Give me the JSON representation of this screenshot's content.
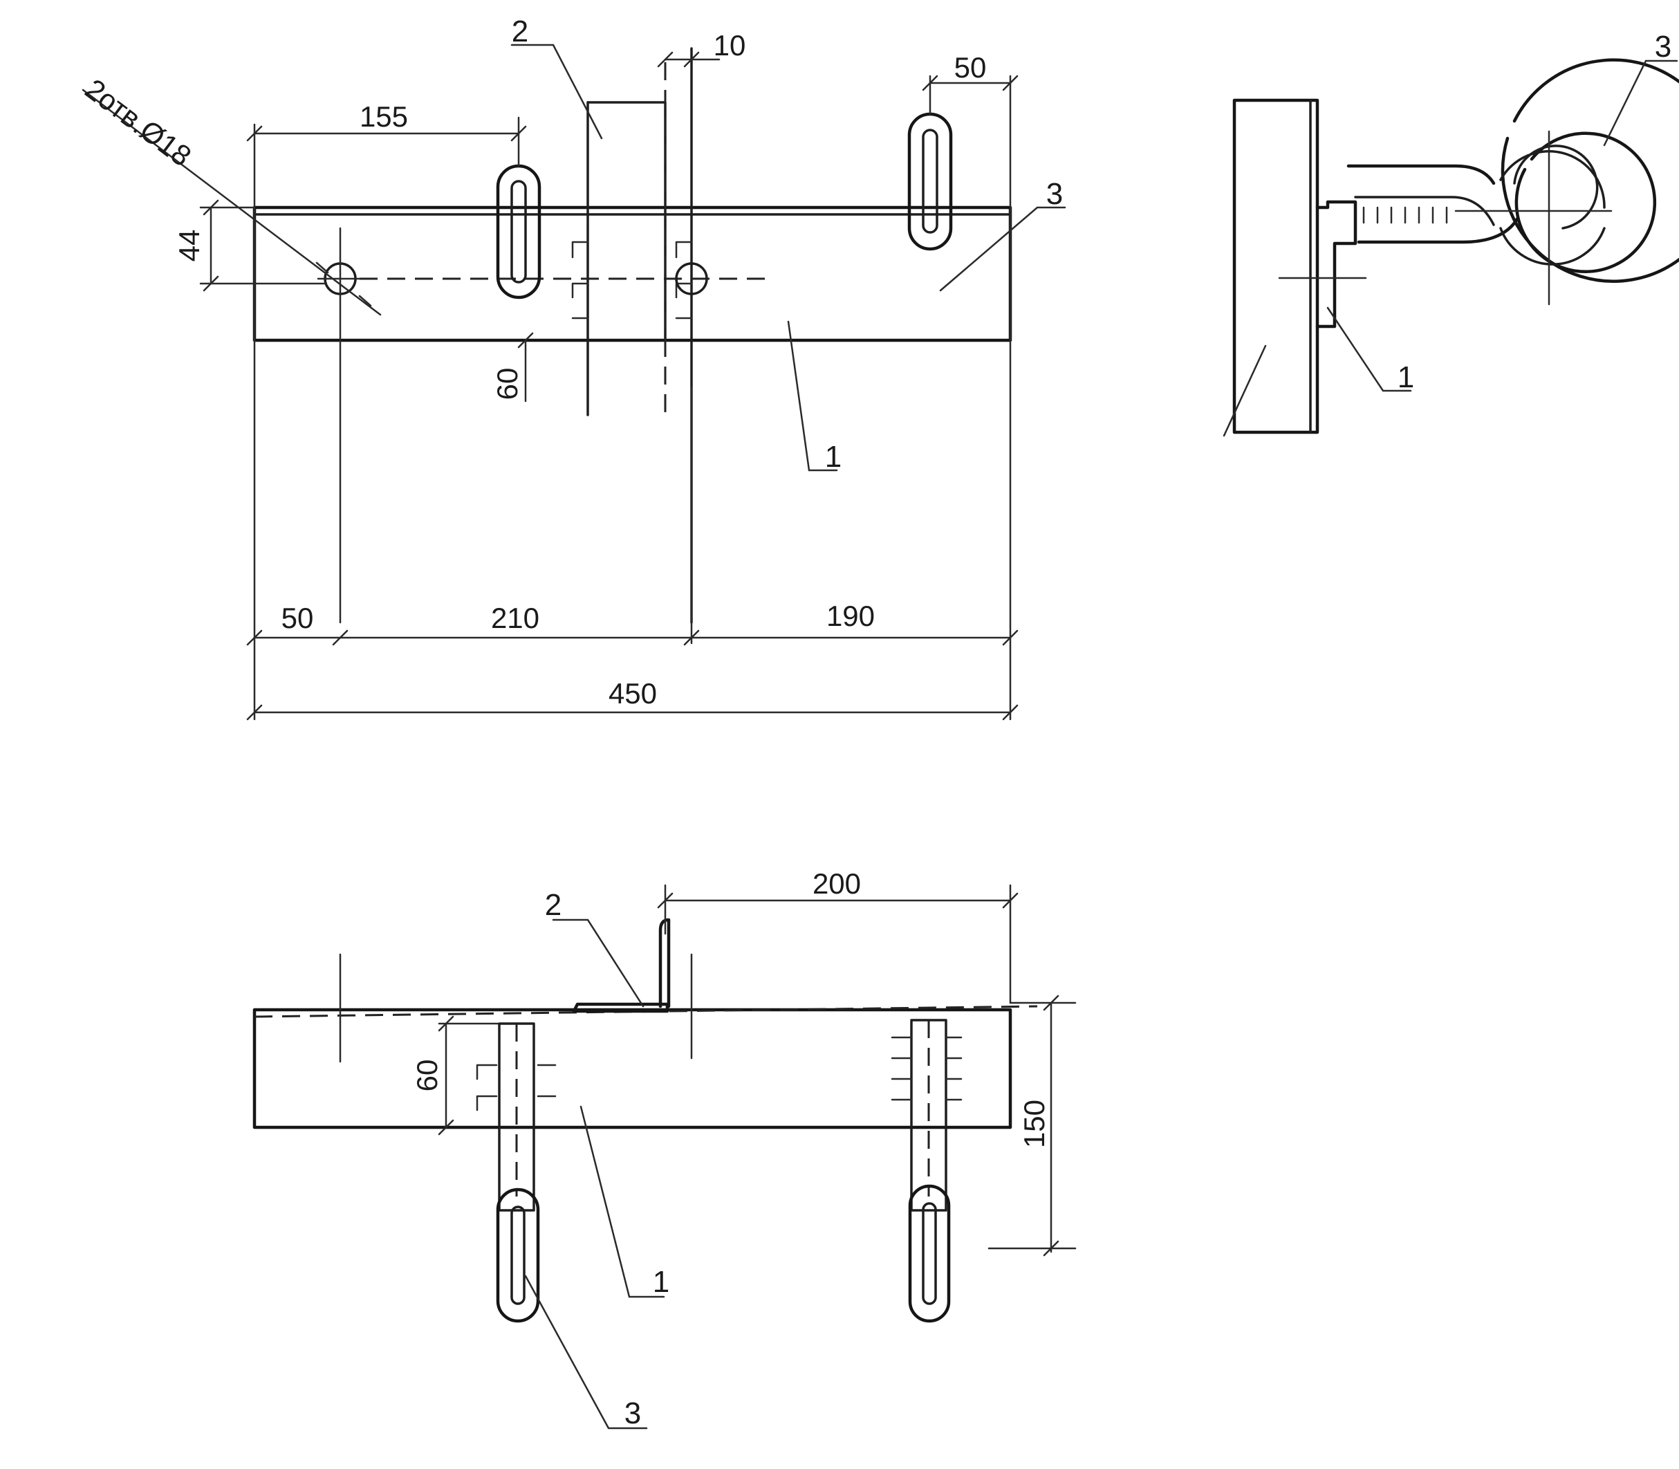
{
  "dimensions": {
    "d155": "155",
    "d10": "10",
    "d50_top": "50",
    "d44": "44",
    "d60_front": "60",
    "d50_bottom": "50",
    "d210": "210",
    "d190": "190",
    "d450": "450",
    "d200": "200",
    "d60_plan": "60",
    "d150": "150"
  },
  "annotations": {
    "holes": "2отв.Ø18"
  },
  "part_labels": {
    "p1": "1",
    "p2": "2",
    "p3": "3"
  }
}
